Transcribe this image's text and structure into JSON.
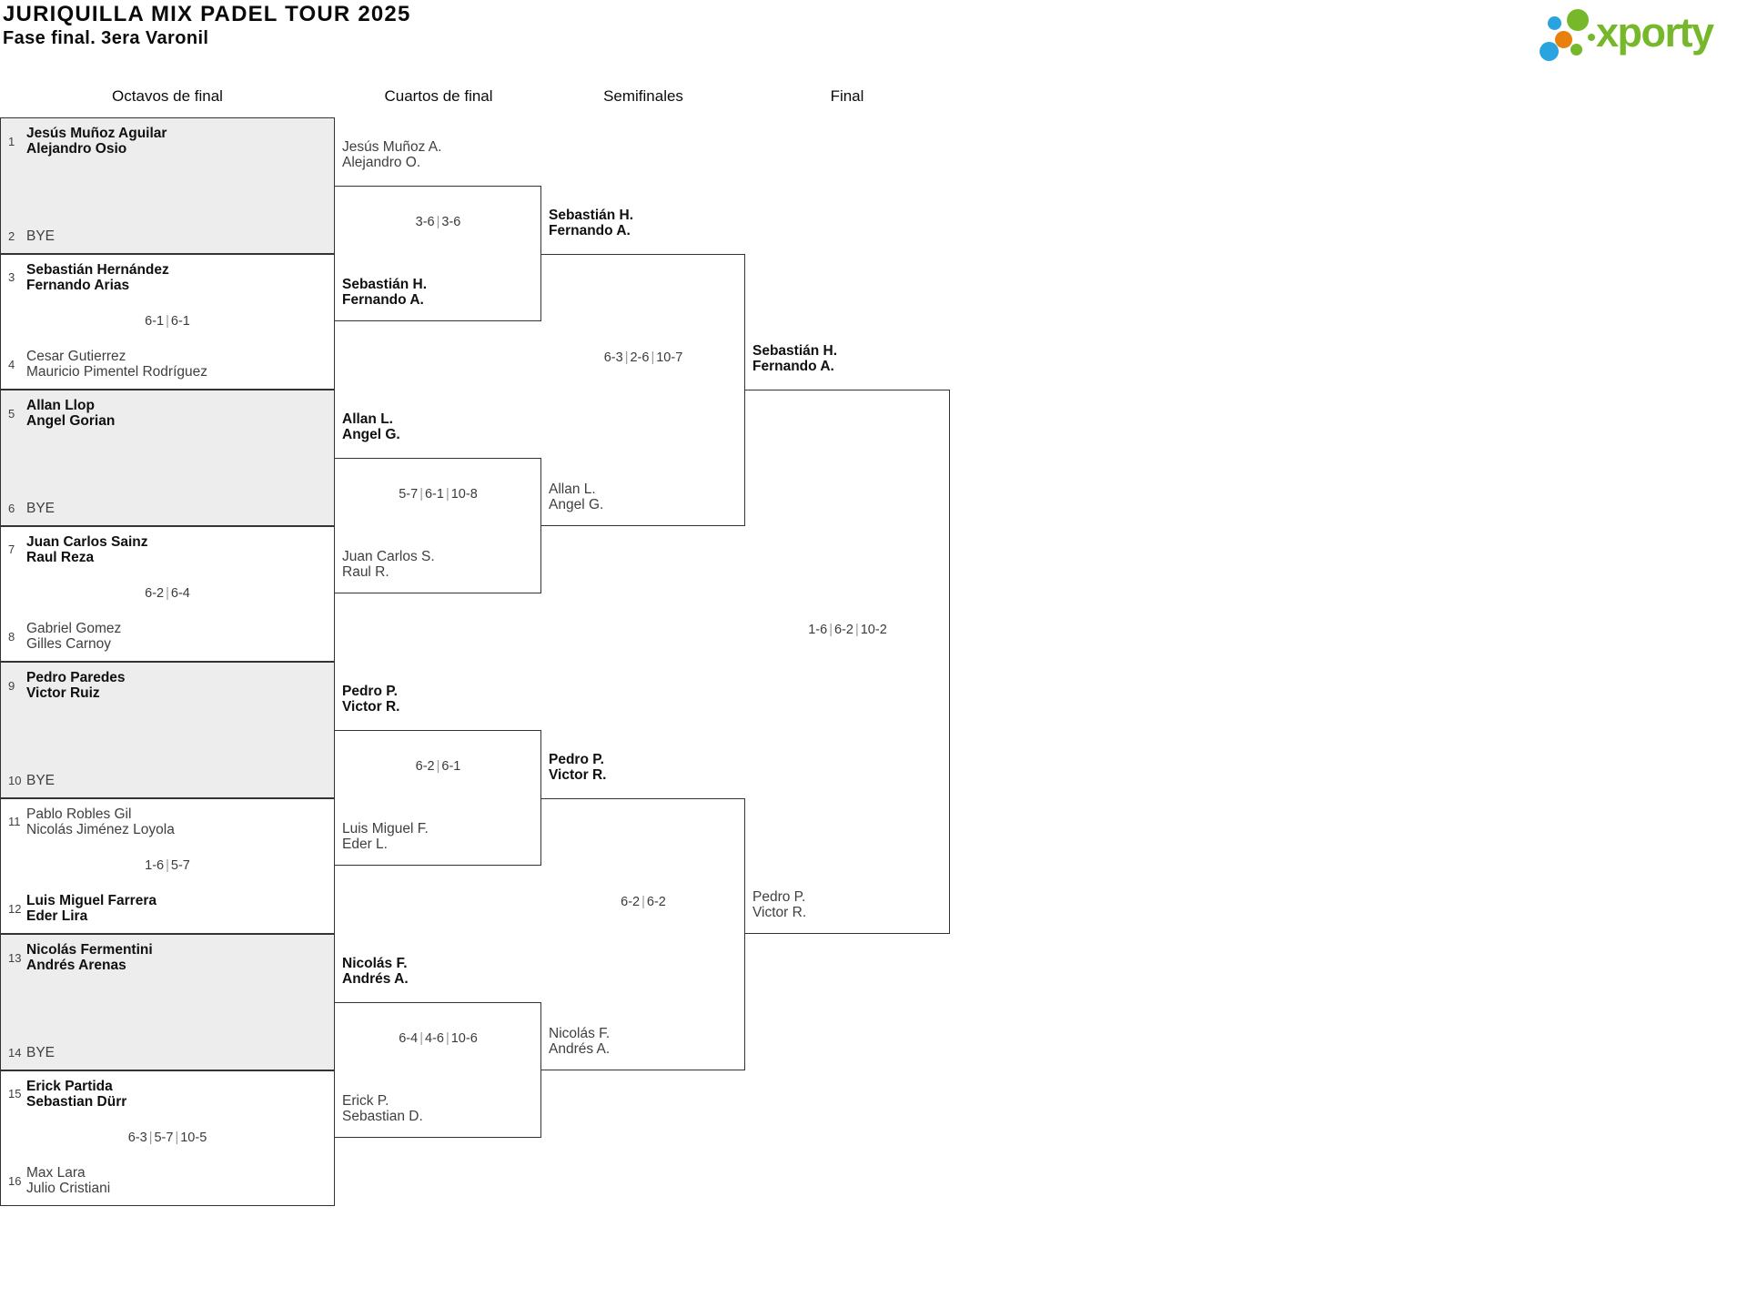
{
  "page": {
    "title": "JURIQUILLA MIX PADEL TOUR 2025",
    "subtitle": "Fase final. 3era Varonil"
  },
  "logo": {
    "text": "xporty",
    "green": "#76b82a",
    "blue": "#2aa4df",
    "orange": "#e8800e"
  },
  "colors": {
    "bye_fill": "#ededed",
    "border": "#333333"
  },
  "bracket": {
    "labels": [
      "Octavos de final",
      "Cuartos de final",
      "Semifinales",
      "Final"
    ],
    "octavos": [
      {
        "top": {
          "seed": "1",
          "lines": [
            "Jesús Muñoz Aguilar",
            "Alejandro Osio"
          ],
          "bold": true
        },
        "bottom": {
          "seed": "2",
          "lines": [
            "BYE"
          ],
          "bold": false
        },
        "score": ""
      },
      {
        "top": {
          "seed": "3",
          "lines": [
            "Sebastián Hernández",
            "Fernando Arias"
          ],
          "bold": true
        },
        "bottom": {
          "seed": "4",
          "lines": [
            "Cesar Gutierrez",
            "Mauricio Pimentel Rodríguez"
          ],
          "bold": false
        },
        "score": "6-1 | 6-1"
      },
      {
        "top": {
          "seed": "5",
          "lines": [
            "Allan Llop",
            "Angel Gorian"
          ],
          "bold": true
        },
        "bottom": {
          "seed": "6",
          "lines": [
            "BYE"
          ],
          "bold": false
        },
        "score": ""
      },
      {
        "top": {
          "seed": "7",
          "lines": [
            "Juan Carlos Sainz",
            "Raul Reza"
          ],
          "bold": true
        },
        "bottom": {
          "seed": "8",
          "lines": [
            "Gabriel Gomez",
            "Gilles Carnoy"
          ],
          "bold": false
        },
        "score": "6-2 | 6-4"
      },
      {
        "top": {
          "seed": "9",
          "lines": [
            "Pedro Paredes",
            "Victor Ruiz"
          ],
          "bold": true
        },
        "bottom": {
          "seed": "10",
          "lines": [
            "BYE"
          ],
          "bold": false
        },
        "score": ""
      },
      {
        "top": {
          "seed": "11",
          "lines": [
            "Pablo Robles Gil",
            "Nicolás Jiménez Loyola"
          ],
          "bold": false
        },
        "bottom": {
          "seed": "12",
          "lines": [
            "Luis Miguel Farrera",
            "Eder Lira"
          ],
          "bold": true
        },
        "score": "1-6 | 5-7"
      },
      {
        "top": {
          "seed": "13",
          "lines": [
            "Nicolás Fermentini",
            "Andrés Arenas"
          ],
          "bold": true
        },
        "bottom": {
          "seed": "14",
          "lines": [
            "BYE"
          ],
          "bold": false
        },
        "score": ""
      },
      {
        "top": {
          "seed": "15",
          "lines": [
            "Erick Partida",
            "Sebastian Dürr"
          ],
          "bold": true
        },
        "bottom": {
          "seed": "16",
          "lines": [
            "Max Lara",
            "Julio Cristiani"
          ],
          "bold": false
        },
        "score": "6-3 | 5-7 | 10-5"
      }
    ],
    "cuartos": [
      {
        "top": {
          "lines": [
            "Jesús Muñoz A.",
            "Alejandro O."
          ],
          "bold": false
        },
        "bottom": {
          "lines": [
            "Sebastián H.",
            "Fernando A."
          ],
          "bold": true
        },
        "score": "3-6 | 3-6"
      },
      {
        "top": {
          "lines": [
            "Allan L.",
            "Angel G."
          ],
          "bold": true
        },
        "bottom": {
          "lines": [
            "Juan Carlos S.",
            "Raul R."
          ],
          "bold": false
        },
        "score": "5-7 | 6-1 | 10-8"
      },
      {
        "top": {
          "lines": [
            "Pedro P.",
            "Victor R."
          ],
          "bold": true
        },
        "bottom": {
          "lines": [
            "Luis Miguel F.",
            "Eder L."
          ],
          "bold": false
        },
        "score": "6-2 | 6-1"
      },
      {
        "top": {
          "lines": [
            "Nicolás F.",
            "Andrés A."
          ],
          "bold": true
        },
        "bottom": {
          "lines": [
            "Erick P.",
            "Sebastian D."
          ],
          "bold": false
        },
        "score": "6-4 | 4-6 | 10-6"
      }
    ],
    "semifinales": [
      {
        "top": {
          "lines": [
            "Sebastián H.",
            "Fernando A."
          ],
          "bold": true
        },
        "bottom": {
          "lines": [
            "Allan L.",
            "Angel G."
          ],
          "bold": false
        },
        "score": "6-3 | 2-6 | 10-7"
      },
      {
        "top": {
          "lines": [
            "Pedro P.",
            "Victor R."
          ],
          "bold": true
        },
        "bottom": {
          "lines": [
            "Nicolás F.",
            "Andrés A."
          ],
          "bold": false
        },
        "score": "6-2 | 6-2"
      }
    ],
    "final": [
      {
        "top": {
          "lines": [
            "Sebastián H.",
            "Fernando A."
          ],
          "bold": true
        },
        "bottom": {
          "lines": [
            "Pedro P.",
            "Victor R."
          ],
          "bold": false
        },
        "score": "1-6 | 6-2 | 10-2"
      }
    ]
  }
}
